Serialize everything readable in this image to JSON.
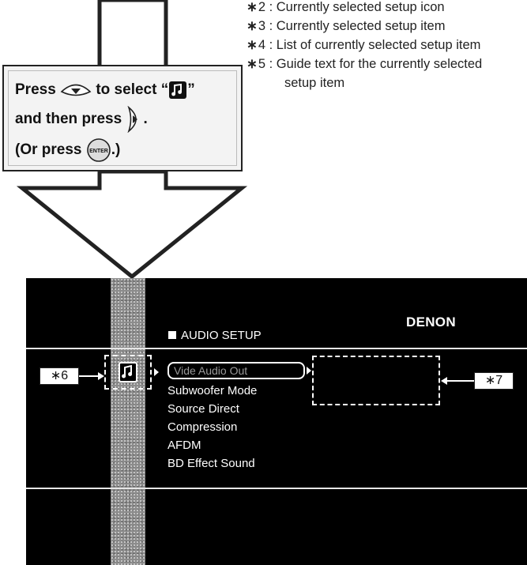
{
  "notes": [
    {
      "mark": "∗",
      "num": "2",
      "text": " : Currently selected setup icon"
    },
    {
      "mark": "∗",
      "num": "3",
      "text": " : Currently selected setup item"
    },
    {
      "mark": "∗",
      "num": "4",
      "text": " : List of currently selected setup item"
    },
    {
      "mark": "∗",
      "num": "5",
      "text": " : Guide text for the currently selected"
    },
    {
      "mark": "",
      "num": "",
      "text": "setup item"
    }
  ],
  "instruction": {
    "line1_a": "Press",
    "line1_b": "to select “",
    "line1_c": "”",
    "line2_a": "and then press",
    "line2_b": ".",
    "line3_a": "(Or press",
    "line3_b": ".)",
    "enter_label": "ENTER"
  },
  "screen": {
    "brand": "DENON",
    "section_title": "AUDIO SETUP",
    "selected_item": "Vide Audio Out",
    "menu_items": [
      "Subwoofer Mode",
      "Source Direct",
      "Compression",
      "AFDM",
      "BD Effect Sound"
    ]
  },
  "callouts": {
    "left": "∗6",
    "right": "∗7"
  },
  "colors": {
    "screen_bg": "#000000",
    "text": "#ffffff"
  }
}
